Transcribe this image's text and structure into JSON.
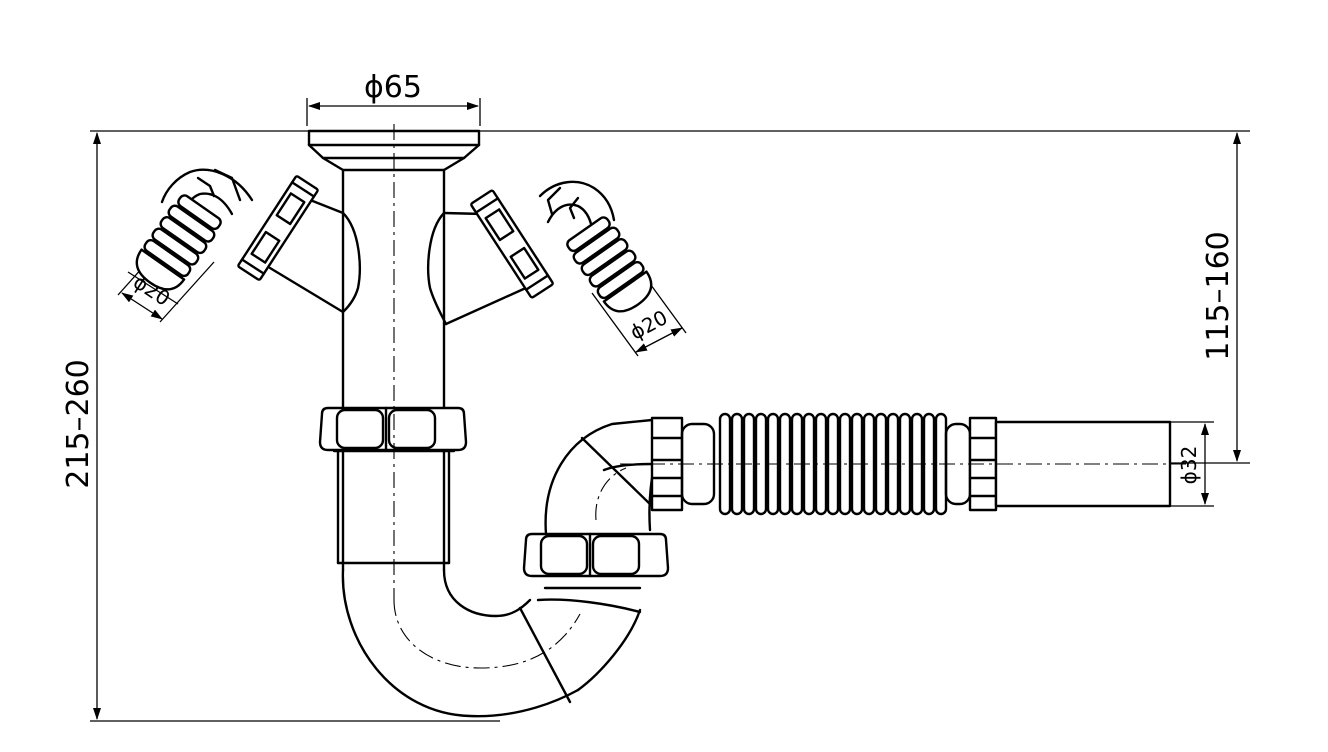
{
  "dimensions": {
    "top_diameter": "ϕ65",
    "total_height": "215–260",
    "inlet_height": "115–160",
    "left_inlet_diameter": "ϕ20",
    "right_inlet_diameter": "ϕ20",
    "outlet_diameter": "ϕ32"
  }
}
